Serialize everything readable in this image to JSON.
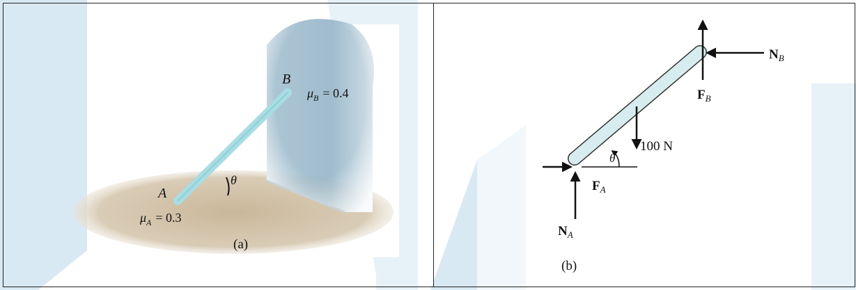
{
  "figure": {
    "panel_a": {
      "point_a_label": "A",
      "point_b_label": "B",
      "angle_label": "θ",
      "mu_a": {
        "symbol": "μ",
        "subscript": "A",
        "value": "= 0.3"
      },
      "mu_b": {
        "symbol": "μ",
        "subscript": "B",
        "value": "= 0.4"
      },
      "caption": "(a)"
    },
    "panel_b": {
      "normal_force_b": {
        "symbol": "N",
        "subscript": "B"
      },
      "friction_force_b": {
        "symbol": "F",
        "subscript": "B"
      },
      "weight_label": "100 N",
      "angle_label": "θ",
      "friction_force_a": {
        "symbol": "F",
        "subscript": "A"
      },
      "normal_force_a": {
        "symbol": "N",
        "subscript": "A"
      },
      "caption": "(b)"
    }
  },
  "colors": {
    "background_stripe": "#d9e9f4",
    "rod": "#a9dde3",
    "wall": "#8fb0c4",
    "floor": "#c9b79a",
    "ink": "#111111"
  }
}
